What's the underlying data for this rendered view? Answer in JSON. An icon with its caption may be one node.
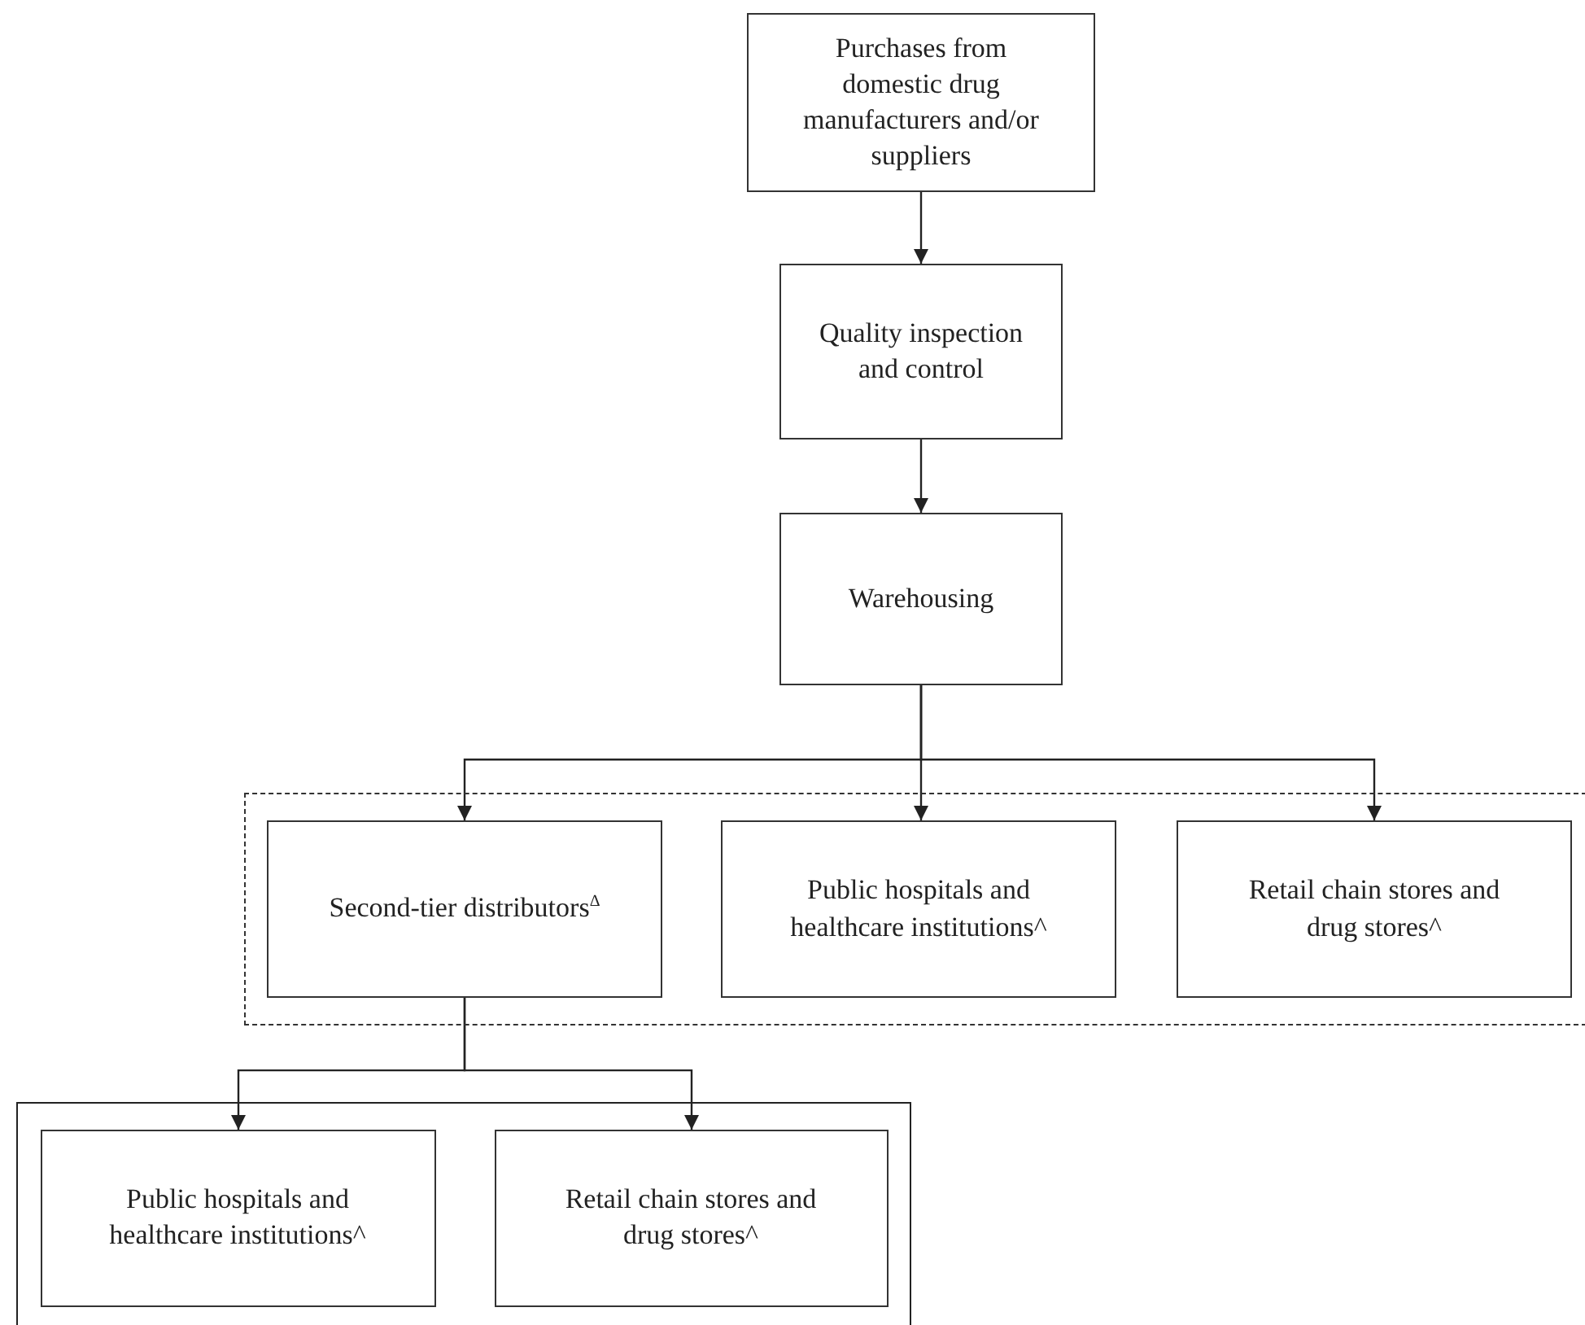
{
  "diagram": {
    "nodes": [
      {
        "text": [
          "Purchases from domestic drug manufacturers and/or suppliers"
        ]
      },
      {
        "text": [
          "Quality inspection and control"
        ]
      },
      {
        "text": [
          "Warehousing"
        ]
      },
      {
        "text": [],
        "shape": "box"
      },
      {
        "text": [
          "Second-tier distributors$^{Δ}$"
        ],
        "in": 3
      },
      {
        "text": [
          "Public hospitals and healthcare institutions^"
        ],
        "in": 3
      },
      {
        "text": [
          "Retail chain stores and drug stores^"
        ],
        "in": 3
      },
      {
        "text": [],
        "shape": "box"
      },
      {
        "text": [
          "Public hospitals and healthcare institutions^"
        ],
        "in": 7
      },
      {
        "text": [
          "Retail chain stores and drug stores^"
        ],
        "in": 7
      }
    ],
    "edges": [
      {
        "from": 0,
        "to": 1,
        "arrow": "to"
      },
      {
        "from": 1,
        "to": 2,
        "arrow": "to"
      },
      {
        "from": 2,
        "to": 4,
        "arrow": "to"
      },
      {
        "from": 2,
        "to": 5,
        "arrow": "to"
      },
      {
        "from": 2,
        "to": 6,
        "arrow": "to"
      },
      {
        "from": 4,
        "to": 8,
        "arrow": "to"
      },
      {
        "from": 4,
        "to": 9,
        "arrow": "to"
      }
    ]
  }
}
